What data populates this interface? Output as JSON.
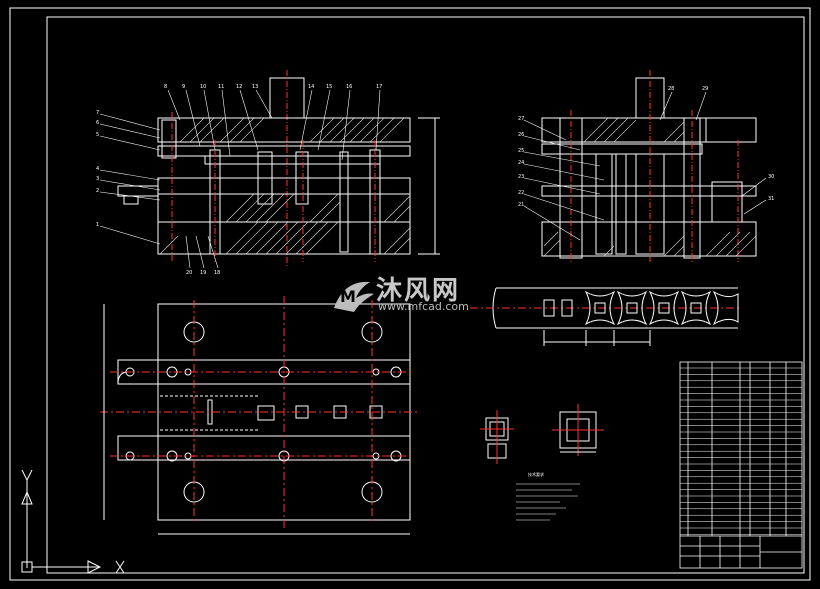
{
  "watermark": {
    "brand": "沐风网",
    "url": "www.mfcad.com"
  },
  "drawing": {
    "line_color": "#ffffff",
    "center_line_color": "#ff3030",
    "hatch_color": "#d9d9d9",
    "background": "#000000"
  },
  "front_callouts": [
    "8",
    "9",
    "10",
    "11",
    "12",
    "13",
    "14",
    "15",
    "16",
    "17"
  ],
  "left_callouts": [
    "7",
    "6",
    "5",
    "4",
    "3",
    "2",
    "1"
  ],
  "bottom_callouts": [
    "20",
    "19",
    "18"
  ],
  "side_callouts_left": [
    "27",
    "26",
    "25",
    "24",
    "23",
    "22",
    "21"
  ],
  "side_callouts_right": [
    "28",
    "29",
    "30",
    "31"
  ],
  "notes_title": "技术要求"
}
